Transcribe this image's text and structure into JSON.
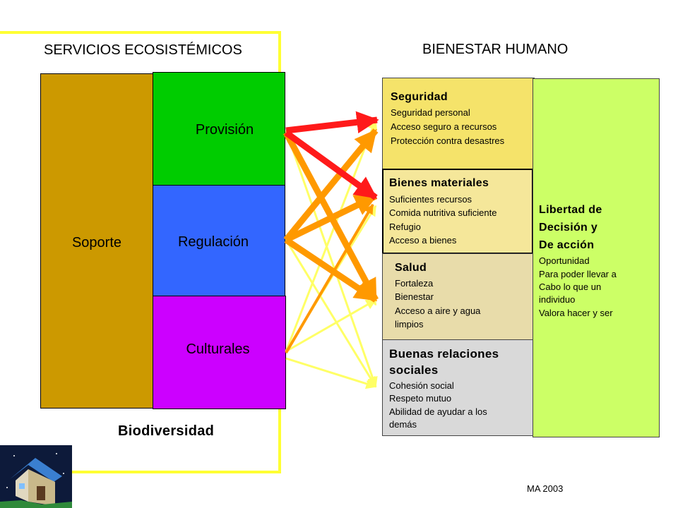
{
  "left_heading": "SERVICIOS ECOSISTÉMICOS",
  "right_heading": "BIENESTAR HUMANO",
  "services": {
    "soporte": "Soporte",
    "provision": "Provisión",
    "regulacion": "Regulación",
    "culturales": "Culturales"
  },
  "biodiversidad": "Biodiversidad",
  "wellbeing": {
    "seguridad": {
      "title": "Seguridad",
      "items": [
        "Seguridad personal",
        "Acceso seguro a recursos",
        "Protección contra desastres"
      ]
    },
    "bienes": {
      "title": "Bienes materiales",
      "items": [
        "Suficientes recursos",
        "Comida nutritiva suficiente",
        "Refugio",
        "Acceso a bienes"
      ]
    },
    "salud": {
      "title": "Salud",
      "items": [
        "Fortaleza",
        "Bienestar",
        "Acceso a aire y agua",
        "limpios"
      ]
    },
    "relaciones": {
      "title_lines": [
        "Buenas relaciones",
        "sociales"
      ],
      "items": [
        "Cohesión social",
        "Respeto mutuo",
        "Abilidad de ayudar a los",
        "demás"
      ]
    },
    "libertad": {
      "title_lines": [
        "Libertad de",
        "Decisión y",
        "De acción"
      ],
      "items": [
        "Oportunidad",
        "Para poder llevar a",
        "Cabo lo que un",
        "individuo",
        "Valora hacer y ser"
      ]
    }
  },
  "source": "MA 2003",
  "colors": {
    "soporte": "#cc9900",
    "provision": "#00cc00",
    "regulacion": "#3366ff",
    "culturales": "#cc00ff",
    "seguridad": "#f5e36a",
    "bienes": "#f5e79a",
    "salud": "#e8dcaa",
    "relaciones": "#d9d9d9",
    "libertad": "#ccff66",
    "frame": "#ffff33",
    "arrow_red": "#ff1a1a",
    "arrow_orange": "#ff9900",
    "arrow_yellow": "#ffff66"
  },
  "icons": [
    "house-logo-icon"
  ]
}
